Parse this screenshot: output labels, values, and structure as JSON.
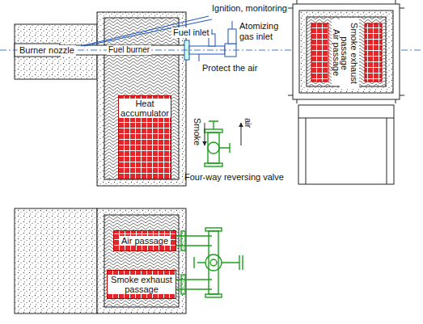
{
  "diagram": {
    "nodes": [
      {
        "text": [
          "Heat accumulator"
        ]
      },
      {
        "text": [
          "Air passage"
        ]
      },
      {
        "text": [
          "Smoke exhaust passage"
        ]
      },
      {
        "text": [
          "Air passage"
        ]
      },
      {
        "text": [
          "Smoke exhaust passage"
        ]
      }
    ],
    "labels": [
      "Burner nozzle",
      "Fuel burner",
      "Ignition, monitoring",
      "Fuel inlet",
      "Atomizing gas inlet",
      "Protect the air",
      "Smoke",
      "air",
      "Four-way reversing valve"
    ]
  }
}
